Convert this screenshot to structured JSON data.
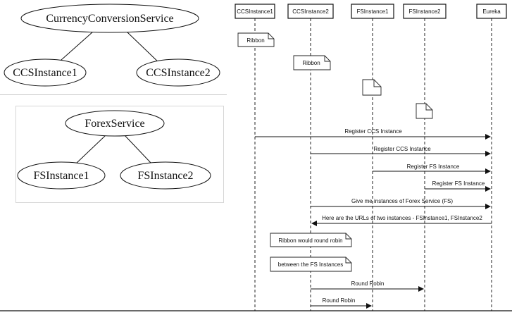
{
  "currency_tree": {
    "root": "CurrencyConversionService",
    "children": [
      "CCSInstance1",
      "CCSInstance2"
    ]
  },
  "forex_tree": {
    "root": "ForexService",
    "children": [
      "FSInstance1",
      "FSInstance2"
    ]
  },
  "participants": [
    "CCSInstance1",
    "CCSInstance2",
    "FSInstance1",
    "FSInstance2",
    "Eureka"
  ],
  "notes": [
    "Ribbon",
    "Ribbon",
    "",
    "",
    "Ribbon would round robin",
    "between the FS Instances"
  ],
  "messages": [
    "Register CCS Instance",
    "Register CCS Instance",
    "Register FS Instance",
    "Register FS Instance",
    "Give me instances of Forex Service (FS)",
    "Here are the URLs of two instances - FSInstance1, FSInstance2",
    "Round Robin",
    "Round Robin"
  ]
}
